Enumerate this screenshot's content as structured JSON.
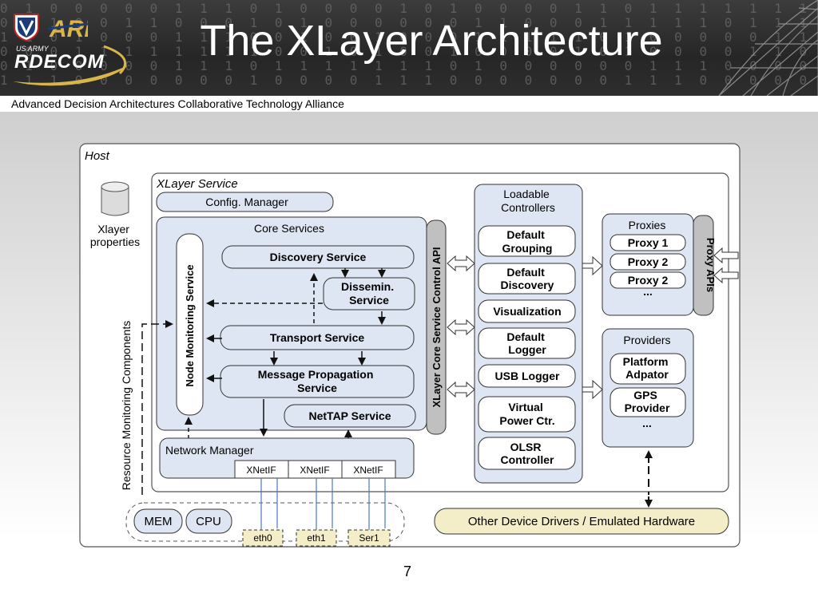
{
  "header": {
    "title": "The XLayer Architecture",
    "org_line": "Advanced Decision Architectures Collaborative Technology Alliance",
    "logos": {
      "army_label": "US ARMY",
      "rdecom": "RDECOM",
      "arl": "ARL"
    }
  },
  "footer": {
    "page_number": "7"
  },
  "diagram": {
    "host": "Host",
    "xlayer_properties": [
      "Xlayer",
      "properties"
    ],
    "xlayer_service": "XLayer Service",
    "config_manager": "Config. Manager",
    "core_services": "Core Services",
    "discovery_service": "Discovery Service",
    "dissemin_service": [
      "Dissemin.",
      "Service"
    ],
    "node_monitoring_service": "Node Monitoring Service",
    "transport_service": "Transport Service",
    "message_propagation_service": [
      "Message Propagation",
      "Service"
    ],
    "nettap_service": "NetTAP Service",
    "core_service_control_api": "XLayer Core Service Control API",
    "network_manager": "Network Manager",
    "xnetif": [
      "XNetIF",
      "XNetIF",
      "XNetIF"
    ],
    "resource_monitoring": "Resource Monitoring Components",
    "mem": "MEM",
    "cpu": "CPU",
    "interfaces": [
      "eth0",
      "eth1",
      "Ser1"
    ],
    "loadable_controllers": [
      "Loadable",
      "Controllers"
    ],
    "controllers": [
      [
        "Default",
        "Grouping"
      ],
      [
        "Default",
        "Discovery"
      ],
      [
        "Visualization"
      ],
      [
        "Default",
        "Logger"
      ],
      [
        "USB Logger"
      ],
      [
        "Virtual",
        "Power Ctr."
      ],
      [
        "OLSR",
        "Controller"
      ]
    ],
    "proxies": "Proxies",
    "proxy_items": [
      "Proxy 1",
      "Proxy 2",
      "Proxy 2"
    ],
    "ellipsis": "...",
    "proxy_apis": "Proxy APIs",
    "providers": "Providers",
    "provider_items": [
      [
        "Platform",
        "Adpator"
      ],
      [
        "GPS",
        "Provider"
      ]
    ],
    "other_drivers": "Other Device Drivers / Emulated Hardware"
  }
}
